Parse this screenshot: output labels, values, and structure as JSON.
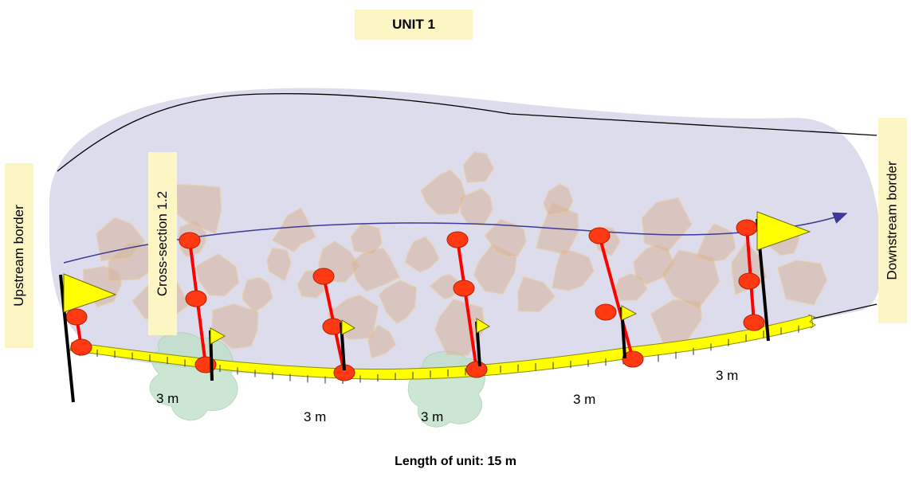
{
  "title": "UNIT 1",
  "labels": {
    "upstream": "Upstream border",
    "cross_section": "Cross-section 1.2",
    "downstream": "Downstream border"
  },
  "distances": [
    "3 m",
    "3 m",
    "3 m",
    "3 m",
    "3 m"
  ],
  "footer": "Length of unit:  15 m",
  "colors": {
    "river_fill": "#dcdcec",
    "rock_fill": "#d7b39c",
    "rock_stroke": "#f0c884",
    "vegetation": "#bfe0c8",
    "flow_arrow": "#3a3a9a",
    "tape": "#ffff00",
    "transect_line": "#ff0000",
    "marker": "#ff3a12",
    "flag": "#ffff00"
  },
  "icons": [
    "flag-icon",
    "marker-icon",
    "flow-arrow-icon",
    "measuring-tape-icon"
  ]
}
